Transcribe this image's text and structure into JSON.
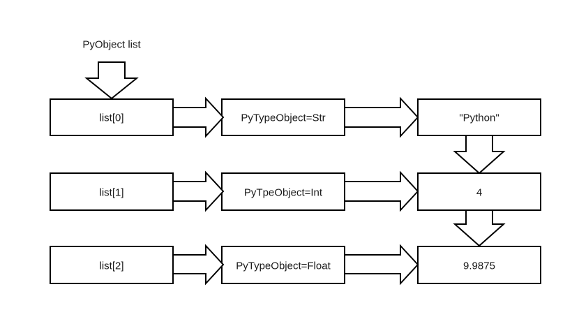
{
  "diagram": {
    "pointer_label": "PyObject list",
    "rows": [
      {
        "slot": "list[0]",
        "type_object": "PyTypeObject=Str",
        "value": "\"Python\""
      },
      {
        "slot": "list[1]",
        "type_object": "PyTpeObject=Int",
        "value": "4"
      },
      {
        "slot": "list[2]",
        "type_object": "PyTypeObject=Float",
        "value": "9.9875"
      }
    ],
    "colors": {
      "stroke": "#000000",
      "fill": "#ffffff",
      "background": "#ffffff",
      "text": "#1a1a1a"
    }
  }
}
